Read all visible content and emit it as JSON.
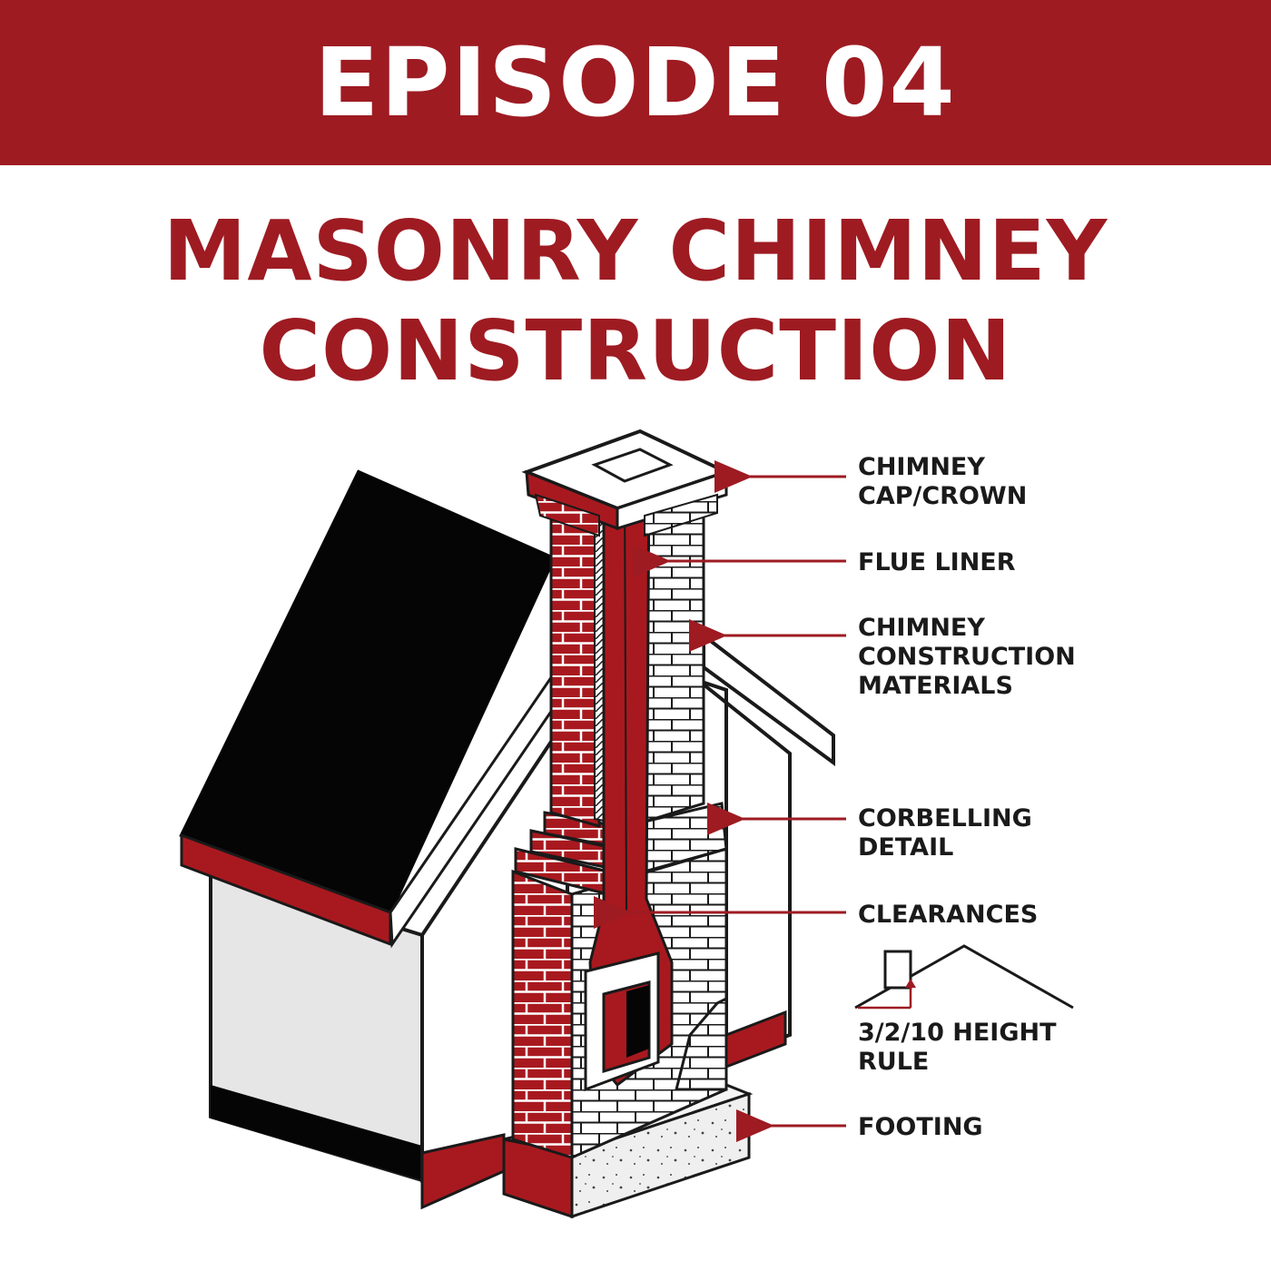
{
  "header": {
    "episode": "EPISODE 04"
  },
  "title": {
    "line1": "MASONRY CHIMNEY",
    "line2": "CONSTRUCTION"
  },
  "labels": {
    "cap_crown": [
      "CHIMNEY",
      "CAP/CROWN"
    ],
    "flue_liner": [
      "FLUE LINER"
    ],
    "materials": [
      "CHIMNEY",
      "CONSTRUCTION",
      "MATERIALS"
    ],
    "corbelling": [
      "CORBELLING",
      "DETAIL"
    ],
    "clearances": [
      "CLEARANCES"
    ],
    "height_rule": [
      "3/2/10 HEIGHT",
      "RULE"
    ],
    "footing": [
      "FOOTING"
    ]
  },
  "colors": {
    "brand_red": "#9e1b22",
    "roof_black": "#050505",
    "wall_light": "#e6e6e6",
    "text_dark": "#1a1a1a"
  }
}
